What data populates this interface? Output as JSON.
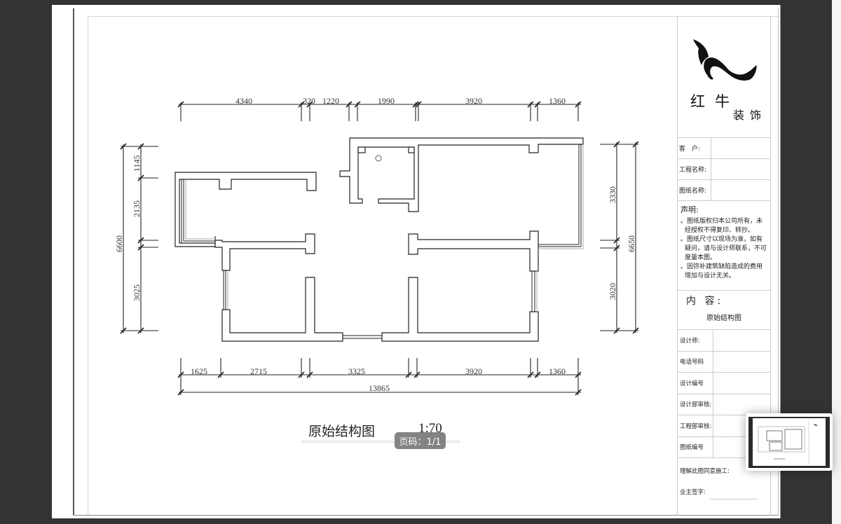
{
  "viewer": {
    "page_indicator": "页码：1/1",
    "background_color": "#333333"
  },
  "drawing": {
    "title": "原始结构图",
    "scale": "1:70",
    "dimensions_top": [
      "4340",
      "320",
      "1220",
      "1990",
      "3920",
      "1360"
    ],
    "dimensions_bottom": [
      "1625",
      "2715",
      "3325",
      "3920",
      "1360"
    ],
    "dimension_total_bottom": "13865",
    "dimensions_left": [
      "1145",
      "2135",
      "3025"
    ],
    "dimension_total_left": "6600",
    "dimensions_right": [
      "3330",
      "3020"
    ],
    "dimension_total_right": "6650"
  },
  "title_block": {
    "company_line1": "红牛",
    "company_line2": "装饰",
    "fields_top": [
      {
        "label": "客　户:",
        "value": ""
      },
      {
        "label": "工程名称:",
        "value": ""
      },
      {
        "label": "图纸名称:",
        "value": ""
      }
    ],
    "statement": {
      "heading": "声明:",
      "items": [
        "。图纸版权归本公司所有，未经授权不得复印、转抄。",
        "。图纸尺寸以现场为准，如有疑问，请与设计师联系，不可度量本图。",
        "。因弥补建筑缺陷造成的费用增加与设计无关。"
      ]
    },
    "content": {
      "heading": "内 容:",
      "value": "原始结构图"
    },
    "fields_bottom": [
      {
        "label": "设计师:",
        "value": ""
      },
      {
        "label": "电话号码",
        "value": ""
      },
      {
        "label": "设计编号",
        "value": ""
      },
      {
        "label": "设计部审核:",
        "value": ""
      },
      {
        "label": "工程部审核:",
        "value": ""
      },
      {
        "label": "图纸编号",
        "value": ""
      }
    ],
    "consent_label": "理解此图同意施工:",
    "owner_signature_label": "业主签字:"
  }
}
